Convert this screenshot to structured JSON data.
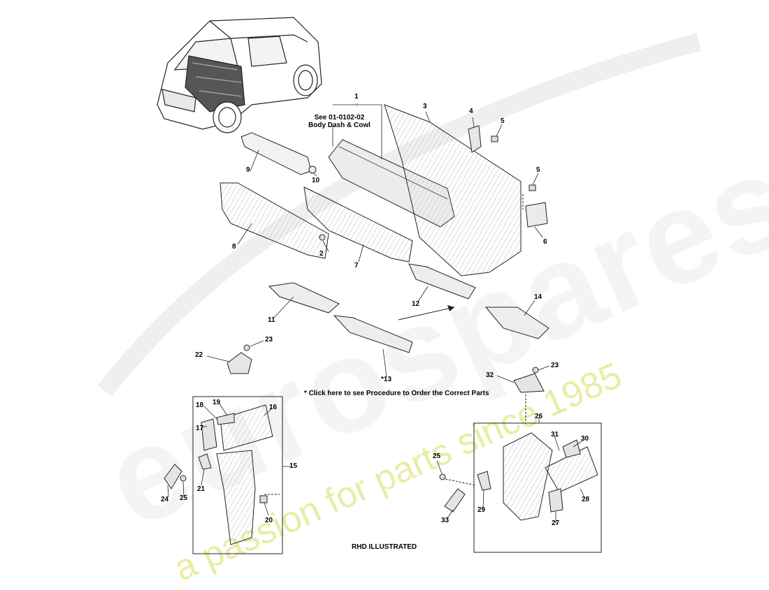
{
  "watermark": {
    "main": "eurospares",
    "sub": "a passion for parts since 1985"
  },
  "callouts": [
    {
      "id": "c1",
      "text": "1"
    },
    {
      "id": "c2",
      "text": "2"
    },
    {
      "id": "c3",
      "text": "3"
    },
    {
      "id": "c4",
      "text": "4"
    },
    {
      "id": "c5a",
      "text": "5"
    },
    {
      "id": "c5b",
      "text": "5"
    },
    {
      "id": "c6",
      "text": "6"
    },
    {
      "id": "c7",
      "text": "7"
    },
    {
      "id": "c8",
      "text": "8"
    },
    {
      "id": "c9",
      "text": "9"
    },
    {
      "id": "c10",
      "text": "10"
    },
    {
      "id": "c11",
      "text": "11"
    },
    {
      "id": "c12",
      "text": "12"
    },
    {
      "id": "c13",
      "text": "*13"
    },
    {
      "id": "c14",
      "text": "14"
    },
    {
      "id": "c15",
      "text": "15"
    },
    {
      "id": "c16",
      "text": "16"
    },
    {
      "id": "c17",
      "text": "17"
    },
    {
      "id": "c18",
      "text": "18"
    },
    {
      "id": "c19",
      "text": "19"
    },
    {
      "id": "c20",
      "text": "20"
    },
    {
      "id": "c21",
      "text": "21"
    },
    {
      "id": "c22",
      "text": "22"
    },
    {
      "id": "c23a",
      "text": "23"
    },
    {
      "id": "c23b",
      "text": "23"
    },
    {
      "id": "c24",
      "text": "24"
    },
    {
      "id": "c25a",
      "text": "25"
    },
    {
      "id": "c25b",
      "text": "25"
    },
    {
      "id": "c26",
      "text": "26"
    },
    {
      "id": "c27",
      "text": "27"
    },
    {
      "id": "c28",
      "text": "28"
    },
    {
      "id": "c29",
      "text": "29"
    },
    {
      "id": "c30",
      "text": "30"
    },
    {
      "id": "c31",
      "text": "31"
    },
    {
      "id": "c32",
      "text": "32"
    },
    {
      "id": "c33",
      "text": "33"
    }
  ],
  "reference_note": {
    "line1": "See 01-0102-02",
    "line2": "Body Dash & Cowl"
  },
  "order_note": "* Click here to see Procedure to Order the Correct Parts",
  "footer_note": "RHD ILLUSTRATED"
}
